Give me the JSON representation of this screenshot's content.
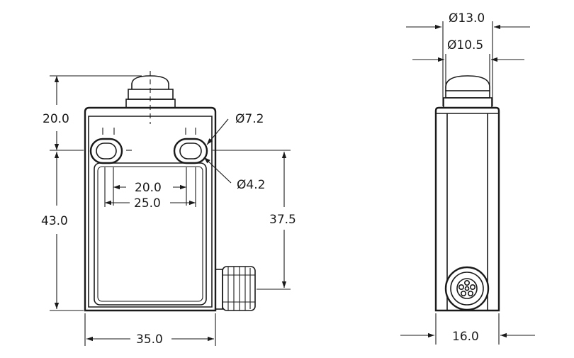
{
  "front_view": {
    "dim_top_height": "20.0",
    "dim_body_height": "43.0",
    "dim_slot_spacing_inner": "20.0",
    "dim_slot_spacing_outer": "25.0",
    "dim_body_width": "35.0",
    "dim_mount_height": "37.5",
    "dim_hole_outer": "Ø7.2",
    "dim_hole_inner": "Ø4.2"
  },
  "side_view": {
    "dim_plunger_outer": "Ø13.0",
    "dim_plunger_inner": "Ø10.5",
    "dim_depth": "16.0"
  },
  "colors": {
    "line": "#1a1a1a",
    "background": "#ffffff"
  }
}
